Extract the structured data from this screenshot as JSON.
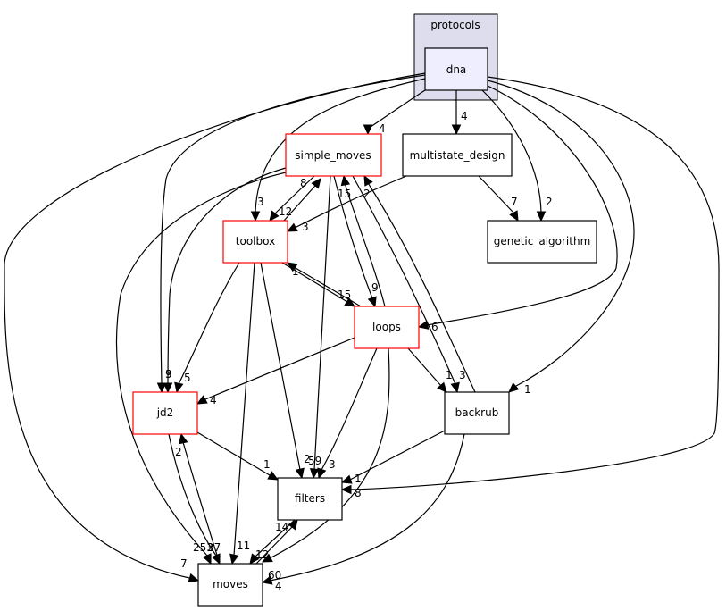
{
  "diagram": {
    "cluster": {
      "id": "protocols",
      "label": "protocols",
      "fill": "#ddddee",
      "stroke": "#000000"
    },
    "nodes": [
      {
        "id": "dna",
        "label": "dna",
        "fill": "#eeeeff",
        "stroke": "#000000",
        "in_cluster": true
      },
      {
        "id": "simple_moves",
        "label": "simple_moves",
        "fill": "#ffffff",
        "stroke": "#ff0000"
      },
      {
        "id": "multistate_design",
        "label": "multistate_design",
        "fill": "#ffffff",
        "stroke": "#000000"
      },
      {
        "id": "genetic_algorithm",
        "label": "genetic_algorithm",
        "fill": "#ffffff",
        "stroke": "#000000"
      },
      {
        "id": "toolbox",
        "label": "toolbox",
        "fill": "#ffffff",
        "stroke": "#ff0000"
      },
      {
        "id": "loops",
        "label": "loops",
        "fill": "#ffffff",
        "stroke": "#ff0000"
      },
      {
        "id": "jd2",
        "label": "jd2",
        "fill": "#ffffff",
        "stroke": "#ff0000"
      },
      {
        "id": "backrub",
        "label": "backrub",
        "fill": "#ffffff",
        "stroke": "#000000"
      },
      {
        "id": "filters",
        "label": "filters",
        "fill": "#ffffff",
        "stroke": "#000000"
      },
      {
        "id": "moves",
        "label": "moves",
        "fill": "#ffffff",
        "stroke": "#000000"
      }
    ],
    "edges": [
      {
        "from": "dna",
        "to": "simple_moves",
        "label": "4"
      },
      {
        "from": "dna",
        "to": "multistate_design",
        "label": "4"
      },
      {
        "from": "dna",
        "to": "genetic_algorithm",
        "label": "2"
      },
      {
        "from": "dna",
        "to": "toolbox",
        "label": "3"
      },
      {
        "from": "dna",
        "to": "loops",
        "label": "6"
      },
      {
        "from": "dna",
        "to": "jd2",
        "label": "3"
      },
      {
        "from": "dna",
        "to": "backrub",
        "label": "1"
      },
      {
        "from": "dna",
        "to": "filters",
        "label": "8"
      },
      {
        "from": "dna",
        "to": "moves",
        "label": "7"
      },
      {
        "from": "multistate_design",
        "to": "genetic_algorithm",
        "label": "7"
      },
      {
        "from": "multistate_design",
        "to": "toolbox",
        "label": "3"
      },
      {
        "from": "simple_moves",
        "to": "toolbox",
        "label": "12"
      },
      {
        "from": "toolbox",
        "to": "simple_moves",
        "label": "8"
      },
      {
        "from": "simple_moves",
        "to": "loops",
        "label": "9"
      },
      {
        "from": "loops",
        "to": "simple_moves",
        "label": "15"
      },
      {
        "from": "backrub",
        "to": "simple_moves",
        "label": "2"
      },
      {
        "from": "simple_moves",
        "to": "backrub",
        "label": "3"
      },
      {
        "from": "simple_moves",
        "to": "jd2",
        "label": "9"
      },
      {
        "from": "simple_moves",
        "to": "filters",
        "label": "59"
      },
      {
        "from": "simple_moves",
        "to": "moves",
        "label": "253"
      },
      {
        "from": "toolbox",
        "to": "loops",
        "label": "15"
      },
      {
        "from": "loops",
        "to": "toolbox",
        "label": "1"
      },
      {
        "from": "toolbox",
        "to": "jd2",
        "label": "5"
      },
      {
        "from": "toolbox",
        "to": "filters",
        "label": "2"
      },
      {
        "from": "toolbox",
        "to": "moves",
        "label": "11"
      },
      {
        "from": "loops",
        "to": "jd2",
        "label": "4"
      },
      {
        "from": "loops",
        "to": "backrub",
        "label": "1"
      },
      {
        "from": "loops",
        "to": "filters",
        "label": "3"
      },
      {
        "from": "loops",
        "to": "moves",
        "label": "60"
      },
      {
        "from": "jd2",
        "to": "filters",
        "label": "1"
      },
      {
        "from": "jd2",
        "to": "moves",
        "label": "27"
      },
      {
        "from": "moves",
        "to": "jd2",
        "label": "2"
      },
      {
        "from": "backrub",
        "to": "filters",
        "label": "1"
      },
      {
        "from": "backrub",
        "to": "moves",
        "label": "4"
      },
      {
        "from": "filters",
        "to": "moves",
        "label": "12"
      },
      {
        "from": "moves",
        "to": "filters",
        "label": "14"
      }
    ]
  }
}
